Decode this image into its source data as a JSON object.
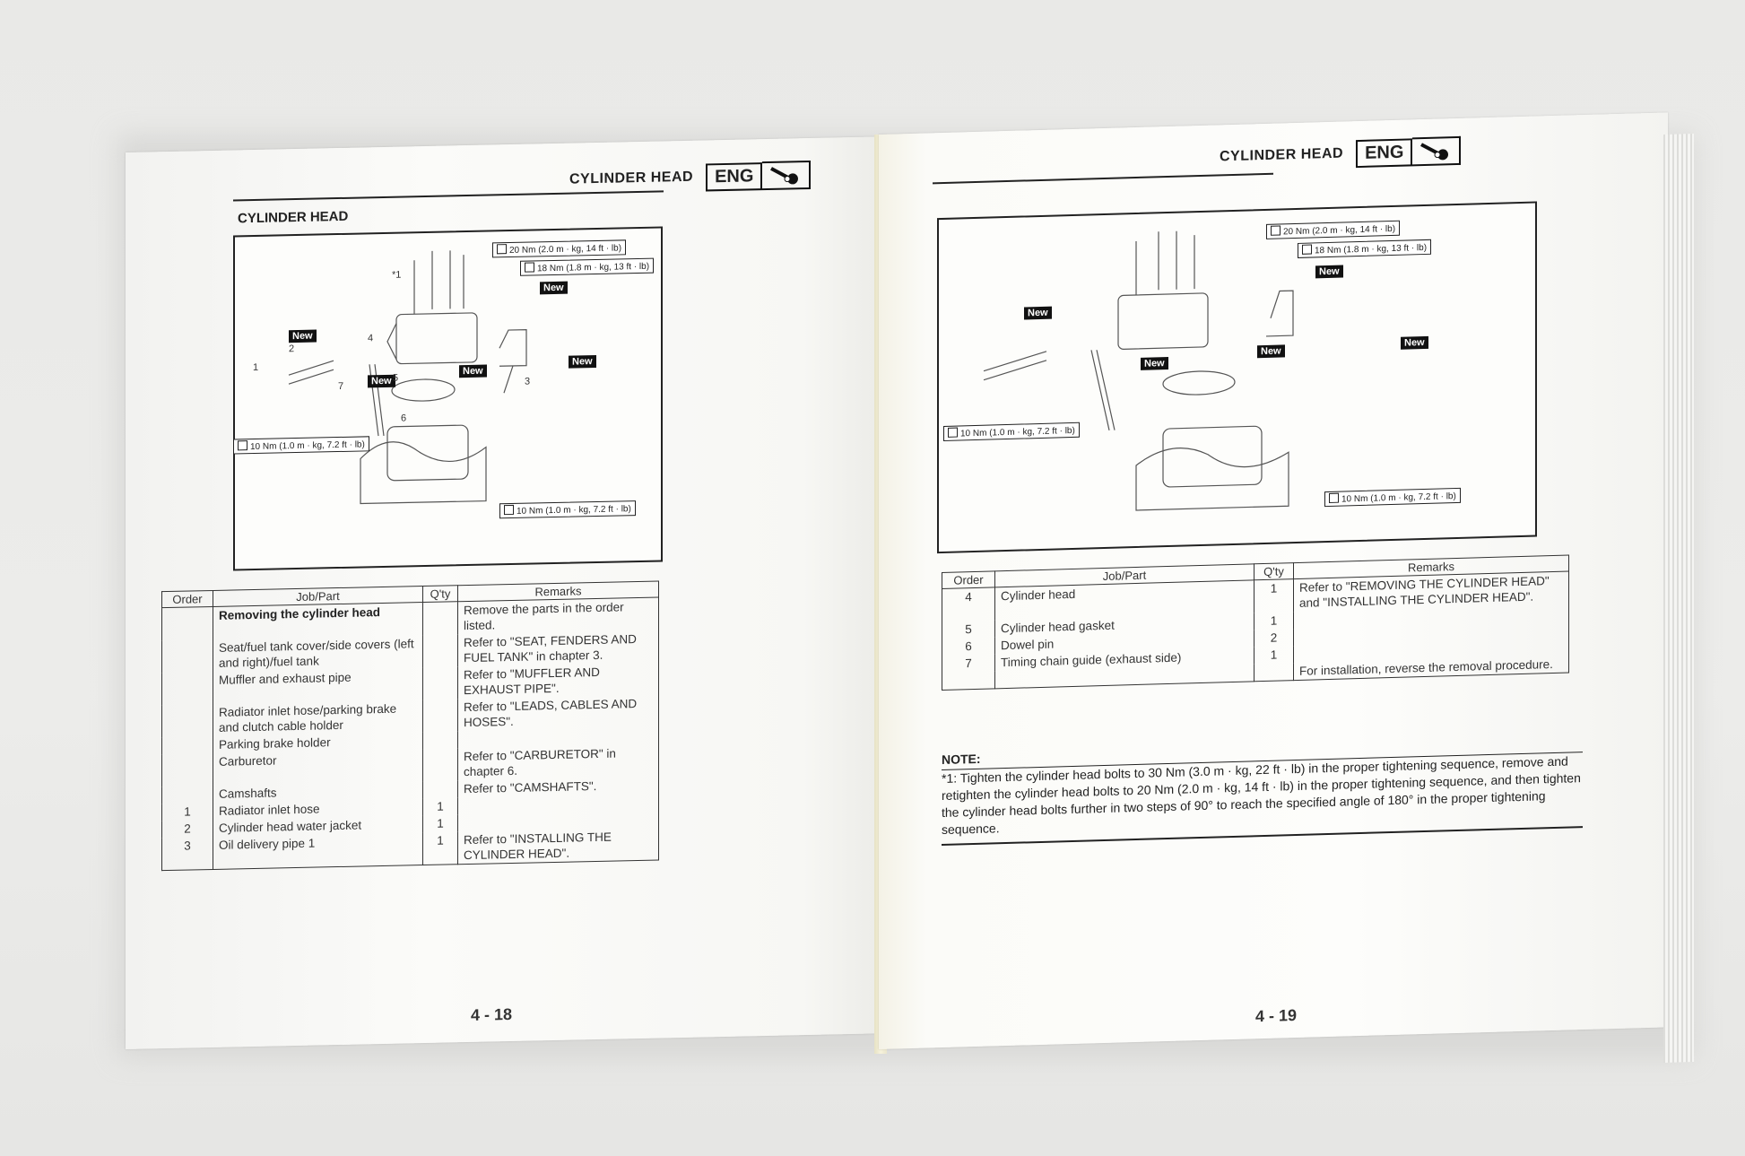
{
  "left": {
    "header_title": "CYLINDER HEAD",
    "header_badge": "ENG",
    "section_title": "CYLINDER HEAD",
    "torques": [
      "20 Nm (2.0 m · kg, 14 ft · lb)",
      "18 Nm (1.8 m · kg, 13 ft · lb)",
      "10 Nm (1.0 m · kg, 7.2 ft · lb)",
      "10 Nm (1.0 m · kg, 7.2 ft · lb)"
    ],
    "new_label": "New",
    "callouts": [
      "1",
      "2",
      "3",
      "4",
      "5",
      "6",
      "7",
      "*1"
    ],
    "table_headers": [
      "Order",
      "Job/Part",
      "Q'ty",
      "Remarks"
    ],
    "rows": [
      {
        "order": "",
        "job": "Removing the cylinder head",
        "qty": "",
        "remarks": "Remove the parts in the order listed."
      },
      {
        "order": "",
        "job": "Seat/fuel tank cover/side covers (left and right)/fuel tank",
        "qty": "",
        "remarks": "Refer to \"SEAT, FENDERS AND FUEL TANK\" in chapter 3."
      },
      {
        "order": "",
        "job": "Muffler and exhaust pipe",
        "qty": "",
        "remarks": "Refer to \"MUFFLER AND EXHAUST PIPE\"."
      },
      {
        "order": "",
        "job": "Radiator inlet hose/parking brake and clutch cable holder",
        "qty": "",
        "remarks": "Refer to \"LEADS, CABLES AND HOSES\"."
      },
      {
        "order": "",
        "job": "Parking brake holder",
        "qty": "",
        "remarks": ""
      },
      {
        "order": "",
        "job": "Carburetor",
        "qty": "",
        "remarks": "Refer to \"CARBURETOR\" in chapter 6."
      },
      {
        "order": "",
        "job": "Camshafts",
        "qty": "",
        "remarks": "Refer to \"CAMSHAFTS\"."
      },
      {
        "order": "1",
        "job": "Radiator inlet hose",
        "qty": "1",
        "remarks": ""
      },
      {
        "order": "2",
        "job": "Cylinder head water jacket",
        "qty": "1",
        "remarks": ""
      },
      {
        "order": "3",
        "job": "Oil delivery pipe 1",
        "qty": "1",
        "remarks": "Refer to \"INSTALLING THE CYLINDER HEAD\"."
      }
    ],
    "page_number": "4 - 18"
  },
  "right": {
    "header_title": "CYLINDER HEAD",
    "header_badge": "ENG",
    "torques": [
      "20 Nm (2.0 m · kg, 14 ft · lb)",
      "18 Nm (1.8 m · kg, 13 ft · lb)",
      "10 Nm (1.0 m · kg, 7.2 ft · lb)",
      "10 Nm (1.0 m · kg, 7.2 ft · lb)"
    ],
    "new_label": "New",
    "table_headers": [
      "Order",
      "Job/Part",
      "Q'ty",
      "Remarks"
    ],
    "rows": [
      {
        "order": "4",
        "job": "Cylinder head",
        "qty": "1",
        "remarks": "Refer to \"REMOVING THE CYLINDER HEAD\" and \"INSTALLING THE CYLINDER HEAD\"."
      },
      {
        "order": "5",
        "job": "Cylinder head gasket",
        "qty": "1",
        "remarks": ""
      },
      {
        "order": "6",
        "job": "Dowel pin",
        "qty": "2",
        "remarks": ""
      },
      {
        "order": "7",
        "job": "Timing chain guide (exhaust side)",
        "qty": "1",
        "remarks": ""
      },
      {
        "order": "",
        "job": "",
        "qty": "",
        "remarks": "For installation, reverse the removal procedure."
      }
    ],
    "note_label": "NOTE:",
    "note_text": "*1: Tighten the cylinder head bolts to 30 Nm (3.0 m · kg, 22 ft · lb) in the proper tightening sequence, remove and retighten the cylinder head bolts to 20 Nm (2.0 m · kg, 14 ft · lb) in the proper tightening sequence, and then tighten the cylinder head bolts further in two steps of 90° to reach the specified angle of 180° in the proper tightening sequence.",
    "page_number": "4 - 19"
  }
}
